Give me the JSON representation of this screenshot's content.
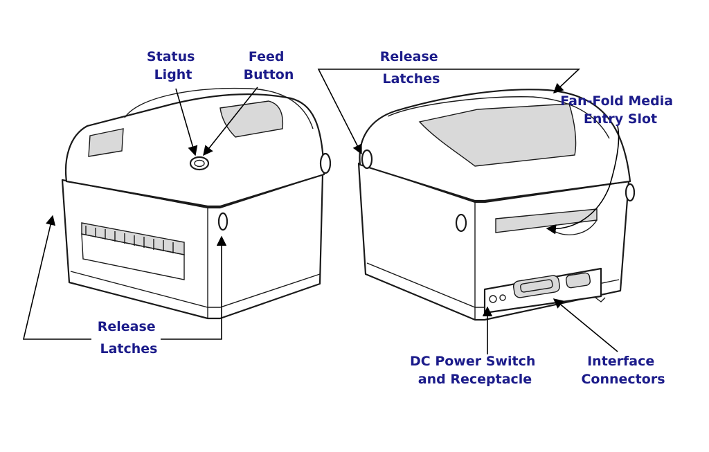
{
  "labels": {
    "status_light": [
      "Status",
      "Light"
    ],
    "feed_button": [
      "Feed",
      "Button"
    ],
    "release_latches_top": [
      "Release",
      "Latches"
    ],
    "fan_fold": [
      "Fan-Fold Media",
      "Entry Slot"
    ],
    "release_latches_bottom": [
      "Release",
      "Latches"
    ],
    "dc_power": [
      "DC Power Switch",
      "and Receptacle"
    ],
    "interface": [
      "Interface",
      "Connectors"
    ]
  },
  "colors": {
    "label": "#1b1b8a",
    "line": "#000000",
    "outline": "#1a1a1a"
  }
}
